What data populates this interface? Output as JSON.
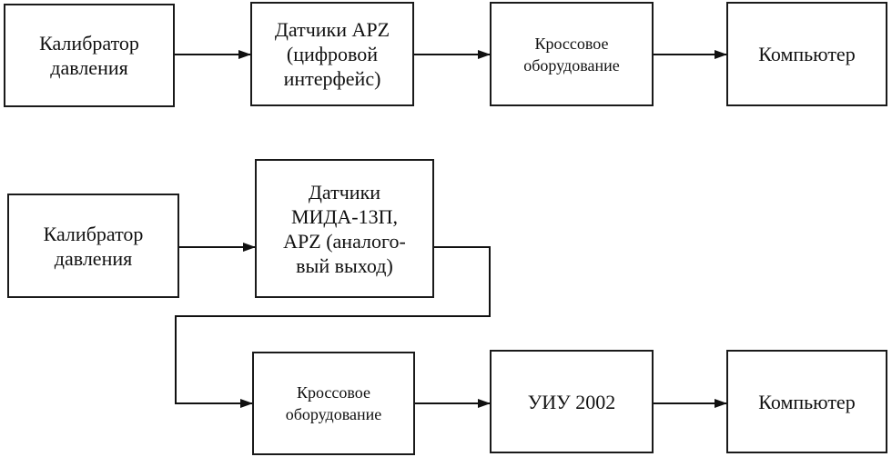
{
  "row1": {
    "calibrator": "Калибратор\nдавления",
    "sensors": "Датчики APZ\n(цифровой\nинтерфейс)",
    "cross": "Кроссовое\nоборудование",
    "computer": "Компьютер"
  },
  "row2": {
    "calibrator": "Калибратор\nдавления",
    "sensors": "Датчики\nМИДА-13П,\nAPZ (аналого-\nвый выход)",
    "cross": "Кроссовое\nоборудование",
    "uiu": "УИУ 2002",
    "computer": "Компьютер"
  }
}
